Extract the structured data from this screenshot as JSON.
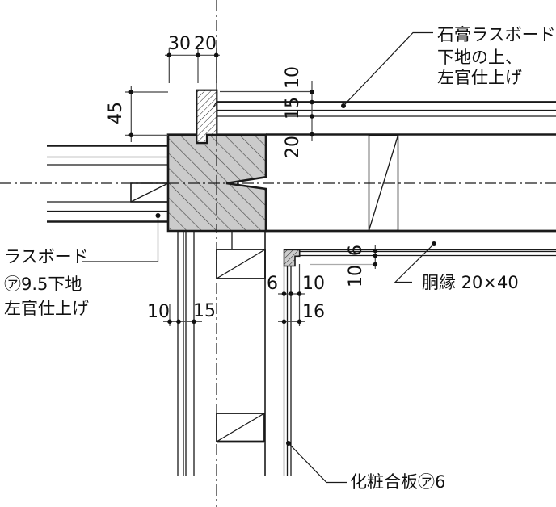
{
  "drawing": {
    "type": "architectural-plan-detail",
    "labels": {
      "note_tr_1": "石膏ラスボード",
      "note_tr_2": "下地の上、",
      "note_tr_3": "左官仕上げ",
      "note_left_1": "ラスボード",
      "note_left_2": "㋐9.5下地",
      "note_left_3": "左官仕上げ",
      "note_furring": "胴縁 20×40",
      "note_plywood": "化粧合板㋐6"
    },
    "dims": {
      "top_30": "30",
      "top_20": "20",
      "left_45": "45",
      "right_10": "10",
      "right_15": "15",
      "right_20": "20",
      "ceil_6": "6",
      "ceil_10": "10",
      "wall_10": "10",
      "wall_15": "15",
      "ply_6": "6",
      "ply_10": "10",
      "ply_16": "16"
    },
    "colors": {
      "line": "#1a1a1a",
      "dim_line": "#444444",
      "light_ext": "#aaaaaa",
      "hatch_fill": "#cbcbcb",
      "background": "#ffffff"
    }
  }
}
